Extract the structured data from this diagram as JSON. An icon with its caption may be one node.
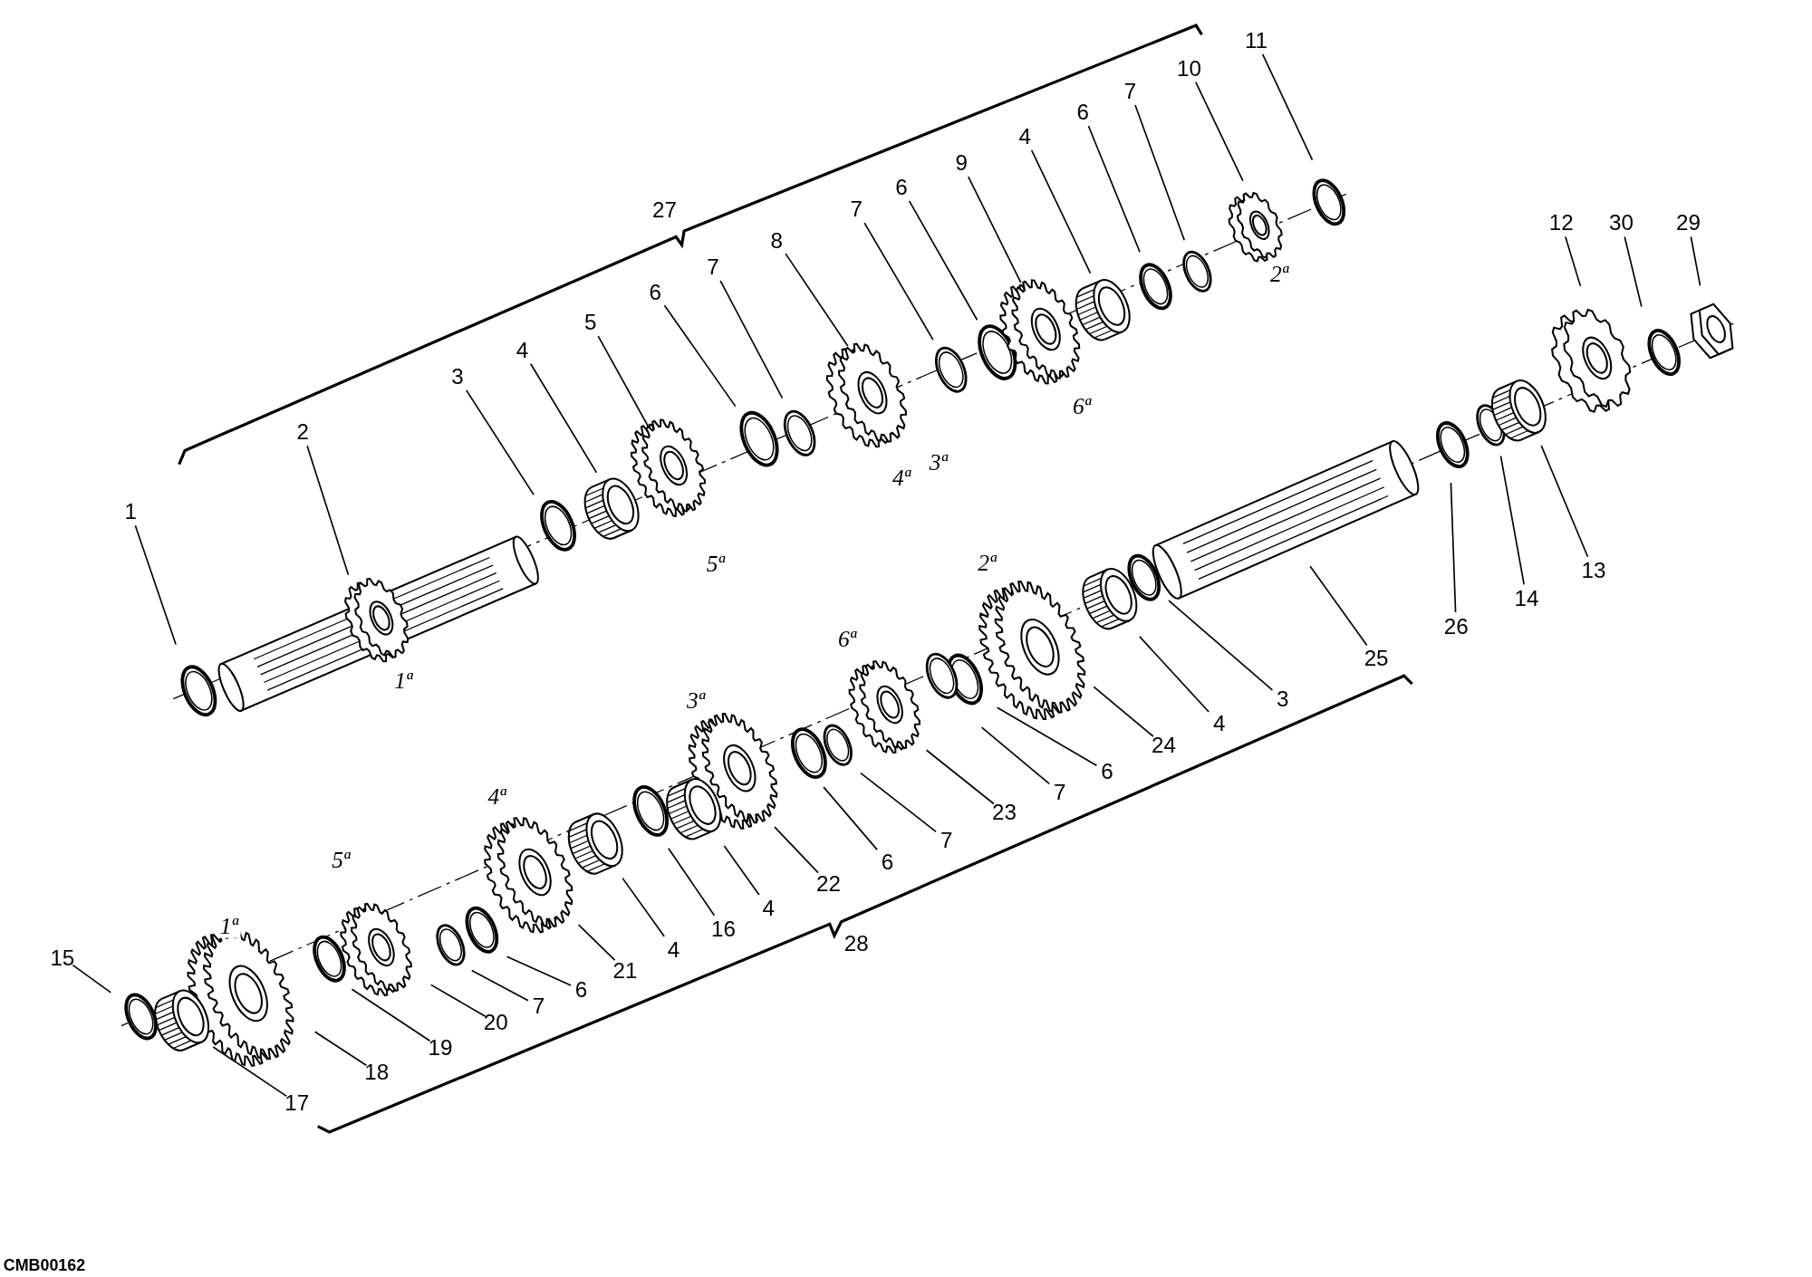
{
  "diagram": {
    "nodes": [
      {
        "text": [
          "11"
        ]
      },
      {
        "text": [
          "10"
        ]
      },
      {
        "text": [
          "7"
        ]
      },
      {
        "text": [
          "6"
        ]
      },
      {
        "text": [
          "4"
        ]
      },
      {
        "text": [
          "9"
        ]
      },
      {
        "text": [
          "6"
        ]
      },
      {
        "text": [
          "7"
        ]
      },
      {
        "text": [
          "12"
        ]
      },
      {
        "text": [
          "30"
        ]
      },
      {
        "text": [
          "29"
        ]
      },
      {
        "text": [
          "8"
        ]
      },
      {
        "text": [
          "7"
        ]
      },
      {
        "text": [
          "6"
        ]
      },
      {
        "text": [
          "5"
        ]
      },
      {
        "text": [
          "4"
        ]
      },
      {
        "text": [
          "3"
        ]
      },
      {
        "text": [
          "2"
        ]
      },
      {
        "text": [
          "1"
        ]
      },
      {
        "text": [
          "13"
        ]
      },
      {
        "text": [
          "14"
        ]
      },
      {
        "text": [
          "26"
        ]
      },
      {
        "text": [
          "25"
        ]
      },
      {
        "text": [
          "3"
        ]
      },
      {
        "text": [
          "4"
        ]
      },
      {
        "text": [
          "24"
        ]
      },
      {
        "text": [
          "6"
        ]
      },
      {
        "text": [
          "7"
        ]
      },
      {
        "text": [
          "23"
        ]
      },
      {
        "text": [
          "7"
        ]
      },
      {
        "text": [
          "6"
        ]
      },
      {
        "text": [
          "22"
        ]
      },
      {
        "text": [
          "4"
        ]
      },
      {
        "text": [
          "16"
        ]
      },
      {
        "text": [
          "4"
        ]
      },
      {
        "text": [
          "15"
        ]
      },
      {
        "text": [
          "21"
        ]
      },
      {
        "text": [
          "6"
        ]
      },
      {
        "text": [
          "7"
        ]
      },
      {
        "text": [
          "20"
        ]
      },
      {
        "text": [
          "19"
        ]
      },
      {
        "text": [
          "18"
        ]
      },
      {
        "text": [
          "17"
        ]
      }
    ],
    "edges": [
      {
        "from": 0,
        "to": null,
        "arrow": "none"
      },
      {
        "from": 1,
        "to": null,
        "arrow": "none"
      },
      {
        "from": 2,
        "to": null,
        "arrow": "none"
      },
      {
        "from": 3,
        "to": null,
        "arrow": "none"
      },
      {
        "from": 4,
        "to": null,
        "arrow": "none"
      },
      {
        "from": 5,
        "to": null,
        "arrow": "none"
      },
      {
        "from": 6,
        "to": null,
        "arrow": "none"
      },
      {
        "from": 7,
        "to": null,
        "arrow": "none"
      },
      {
        "from": 8,
        "to": null,
        "arrow": "none"
      },
      {
        "from": 9,
        "to": null,
        "arrow": "none"
      },
      {
        "from": 10,
        "to": null,
        "arrow": "none"
      },
      {
        "from": 11,
        "to": null,
        "arrow": "none"
      },
      {
        "from": 12,
        "to": null,
        "arrow": "none"
      },
      {
        "from": 13,
        "to": null,
        "arrow": "none"
      },
      {
        "from": 14,
        "to": null,
        "arrow": "none"
      },
      {
        "from": 15,
        "to": null,
        "arrow": "none"
      },
      {
        "from": 16,
        "to": null,
        "arrow": "none"
      },
      {
        "from": 17,
        "to": null,
        "arrow": "none"
      },
      {
        "from": 18,
        "to": null,
        "arrow": "none"
      },
      {
        "from": 19,
        "to": null,
        "arrow": "none"
      },
      {
        "from": 20,
        "to": null,
        "arrow": "none"
      },
      {
        "from": 21,
        "to": null,
        "arrow": "none"
      },
      {
        "from": 22,
        "to": null,
        "arrow": "none"
      },
      {
        "from": 23,
        "to": null,
        "arrow": "none"
      },
      {
        "from": 24,
        "to": null,
        "arrow": "none"
      },
      {
        "from": 25,
        "to": null,
        "arrow": "none"
      },
      {
        "from": 26,
        "to": null,
        "arrow": "none"
      },
      {
        "from": 27,
        "to": null,
        "arrow": "none"
      },
      {
        "from": 28,
        "to": null,
        "arrow": "none"
      },
      {
        "from": 29,
        "to": null,
        "arrow": "none"
      },
      {
        "from": 30,
        "to": null,
        "arrow": "none"
      },
      {
        "from": 31,
        "to": null,
        "arrow": "none"
      },
      {
        "from": 32,
        "to": null,
        "arrow": "none"
      },
      {
        "from": 33,
        "to": null,
        "arrow": "none"
      },
      {
        "from": 34,
        "to": null,
        "arrow": "none"
      },
      {
        "from": 35,
        "to": null,
        "arrow": "none"
      },
      {
        "from": 36,
        "to": null,
        "arrow": "none"
      },
      {
        "from": 37,
        "to": null,
        "arrow": "none"
      },
      {
        "from": 38,
        "to": null,
        "arrow": "none"
      },
      {
        "from": 39,
        "to": null,
        "arrow": "none"
      },
      {
        "from": 40,
        "to": null,
        "arrow": "none"
      },
      {
        "from": 41,
        "to": null,
        "arrow": "none"
      },
      {
        "from": 42,
        "to": null,
        "arrow": "none"
      }
    ],
    "labels": [
      "27",
      "2ª",
      "6ª",
      "3ª",
      "4ª",
      "2ª",
      "5ª",
      "6ª",
      "1ª",
      "3ª",
      "4ª",
      "5ª",
      "1ª",
      "28",
      "CMB00162"
    ]
  }
}
